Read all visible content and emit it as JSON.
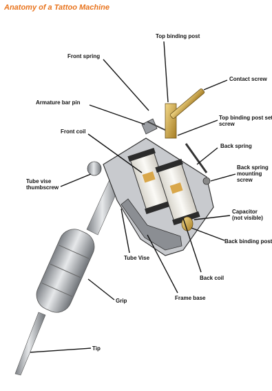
{
  "title": "Anatomy of a Tattoo Machine",
  "labels": {
    "top_binding_post": "Top binding post",
    "front_spring": "Front spring",
    "contact_screw": "Contact screw",
    "armature_bar_pin": "Armature bar pin",
    "top_binding_post_set_screw_l1": "Top binding post set",
    "top_binding_post_set_screw_l2": "screw",
    "front_coil": "Front coil",
    "back_spring": "Back spring",
    "tube_vise_thumbscrew_l1": "Tube vise",
    "tube_vise_thumbscrew_l2": "thumbscrew",
    "back_spring_mounting_screw_l1": "Back spring",
    "back_spring_mounting_screw_l2": "mounting",
    "back_spring_mounting_screw_l3": "screw",
    "capacitor_l1": "Capacitor",
    "capacitor_l2": "(not visible)",
    "back_binding_post": "Back binding post",
    "tube_vise": "Tube Vise",
    "back_coil": "Back coil",
    "grip": "Grip",
    "frame_base": "Frame base",
    "tip": "Tip"
  },
  "colors": {
    "title": "#e8731c",
    "label_text": "#111111",
    "leader_line": "#111111",
    "brass": "#c9a23c",
    "steel": "#b9bcc0",
    "coil_white": "#f1efea"
  }
}
